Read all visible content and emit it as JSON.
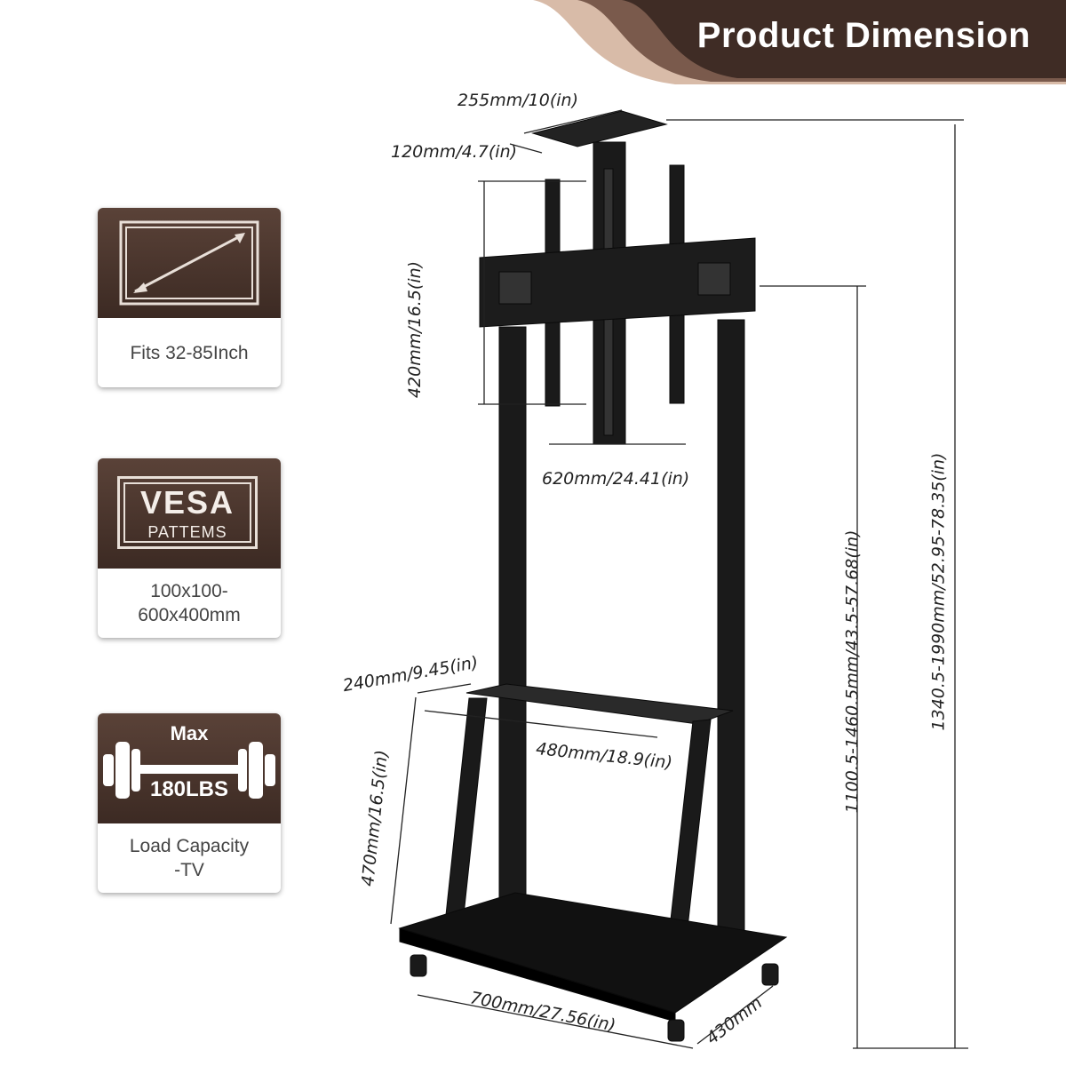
{
  "header": {
    "title": "Product Dimension"
  },
  "features": [
    {
      "icon": "tv-diagonal-icon",
      "caption": "Fits 32-85Inch"
    },
    {
      "icon": "vesa-icon",
      "badge_main": "VESA",
      "badge_sub": "PATTEMS",
      "caption": "100x100-\n600x400mm"
    },
    {
      "icon": "dumbbell-icon",
      "badge_top": "Max",
      "badge_value": "180LBS",
      "caption": "Load Capacity\n-TV"
    }
  ],
  "dimensions": {
    "top_tray_width": "255mm/10(in)",
    "top_tray_depth": "120mm/4.7(in)",
    "bracket_height": "420mm/16.5(in)",
    "bracket_width": "620mm/24.41(in)",
    "shelf_depth": "240mm/9.45(in)",
    "shelf_width": "480mm/18.9(in)",
    "shelf_height": "470mm/16.5(in)",
    "base_width": "700mm/27.56(in)",
    "base_depth": "430mm",
    "mount_height": "1100.5-1460.5mm/43.5-57.68(in)",
    "total_height": "1340.5-1990mm/52.95-78.35(in)"
  },
  "colors": {
    "brand_brown": "#4a342c",
    "banner_dark": "#3a2a24",
    "banner_light": "#d2b29f"
  }
}
